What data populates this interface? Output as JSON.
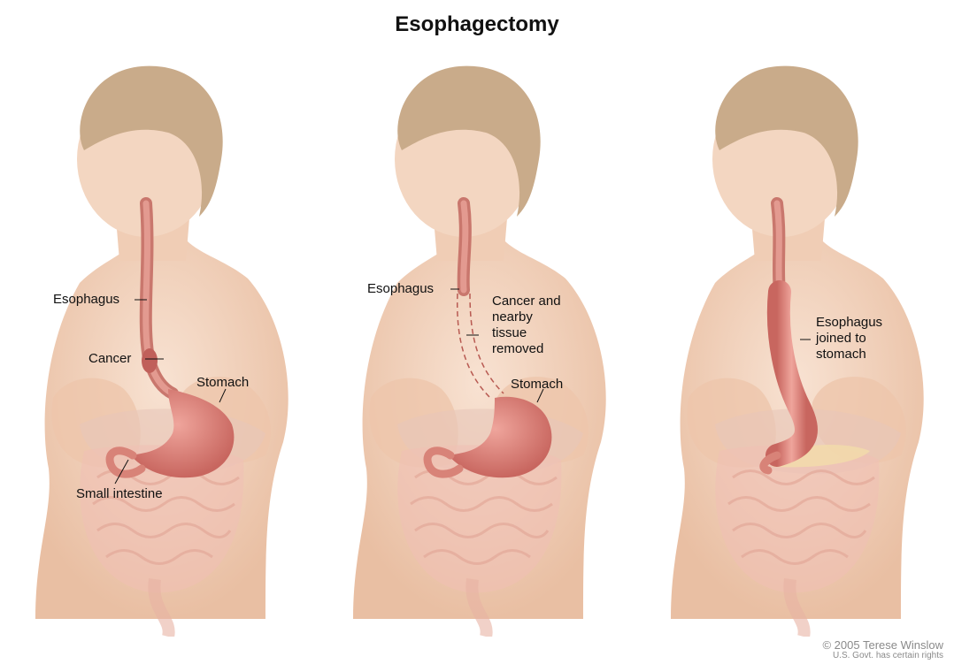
{
  "title": "Esophagectomy",
  "panels": [
    {
      "labels": {
        "esophagus": "Esophagus",
        "cancer": "Cancer",
        "stomach": "Stomach",
        "small_intestine": "Small intestine"
      }
    },
    {
      "labels": {
        "esophagus": "Esophagus",
        "removed": [
          "Cancer and",
          "nearby",
          "tissue",
          "removed"
        ],
        "stomach": "Stomach"
      }
    },
    {
      "labels": {
        "joined": [
          "Esophagus",
          "joined to",
          "stomach"
        ]
      }
    }
  ],
  "credit": {
    "line1": "© 2005 Terese Winslow",
    "line2": "U.S. Govt. has certain rights"
  },
  "colors": {
    "skin": "#f3d3bd",
    "skin_shadow": "#e7b99c",
    "hair": "#c9ab8a",
    "organ": "#d9837b",
    "intestine": "#f0c0b4",
    "liver": "#e8c7b9"
  }
}
